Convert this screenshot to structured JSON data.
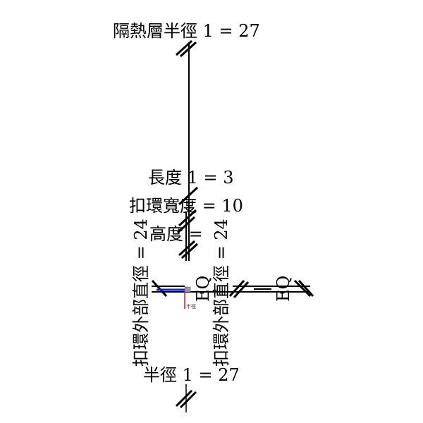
{
  "dimensions": {
    "insulation_radius": "隔熱層半徑 1 = 27",
    "length": "長度 1 = 3",
    "ring_width": "扣環寬度 = 10",
    "height": "高度 = ",
    "ring_outer_diameter_left": "扣環外部直徑 = 24",
    "ring_outer_diameter_right": "扣環外部直徑 = 24",
    "eq_left": "EQ",
    "eq_right": "EQ",
    "radius": "半徑 1 = 27",
    "small_radius_tag": "半徑"
  },
  "colors": {
    "line": "#000000",
    "x_axis": "#1a1acc",
    "y_axis": "#cc2222"
  }
}
